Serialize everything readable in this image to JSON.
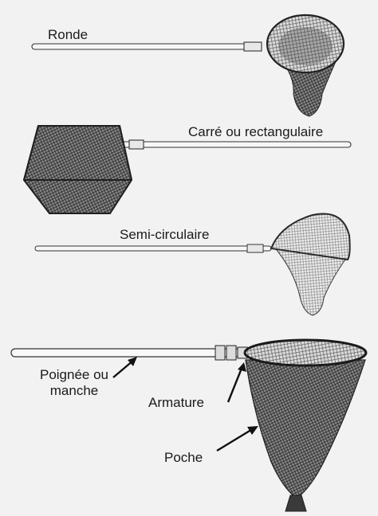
{
  "figure": {
    "nets": {
      "ronde": {
        "label": "Ronde"
      },
      "carre": {
        "label": "Carré ou rectangulaire"
      },
      "semi": {
        "label": "Semi-circulaire"
      }
    },
    "parts": {
      "handle": {
        "label_line1": "Poignée ou",
        "label_line2": "manche"
      },
      "frame": {
        "label": "Armature"
      },
      "bag": {
        "label": "Poche"
      }
    }
  },
  "colors": {
    "background": "#f2f2f2",
    "ink": "#1a1a1a",
    "net_dark": "#3a3a3a",
    "net_mid": "#6d6d6d"
  }
}
